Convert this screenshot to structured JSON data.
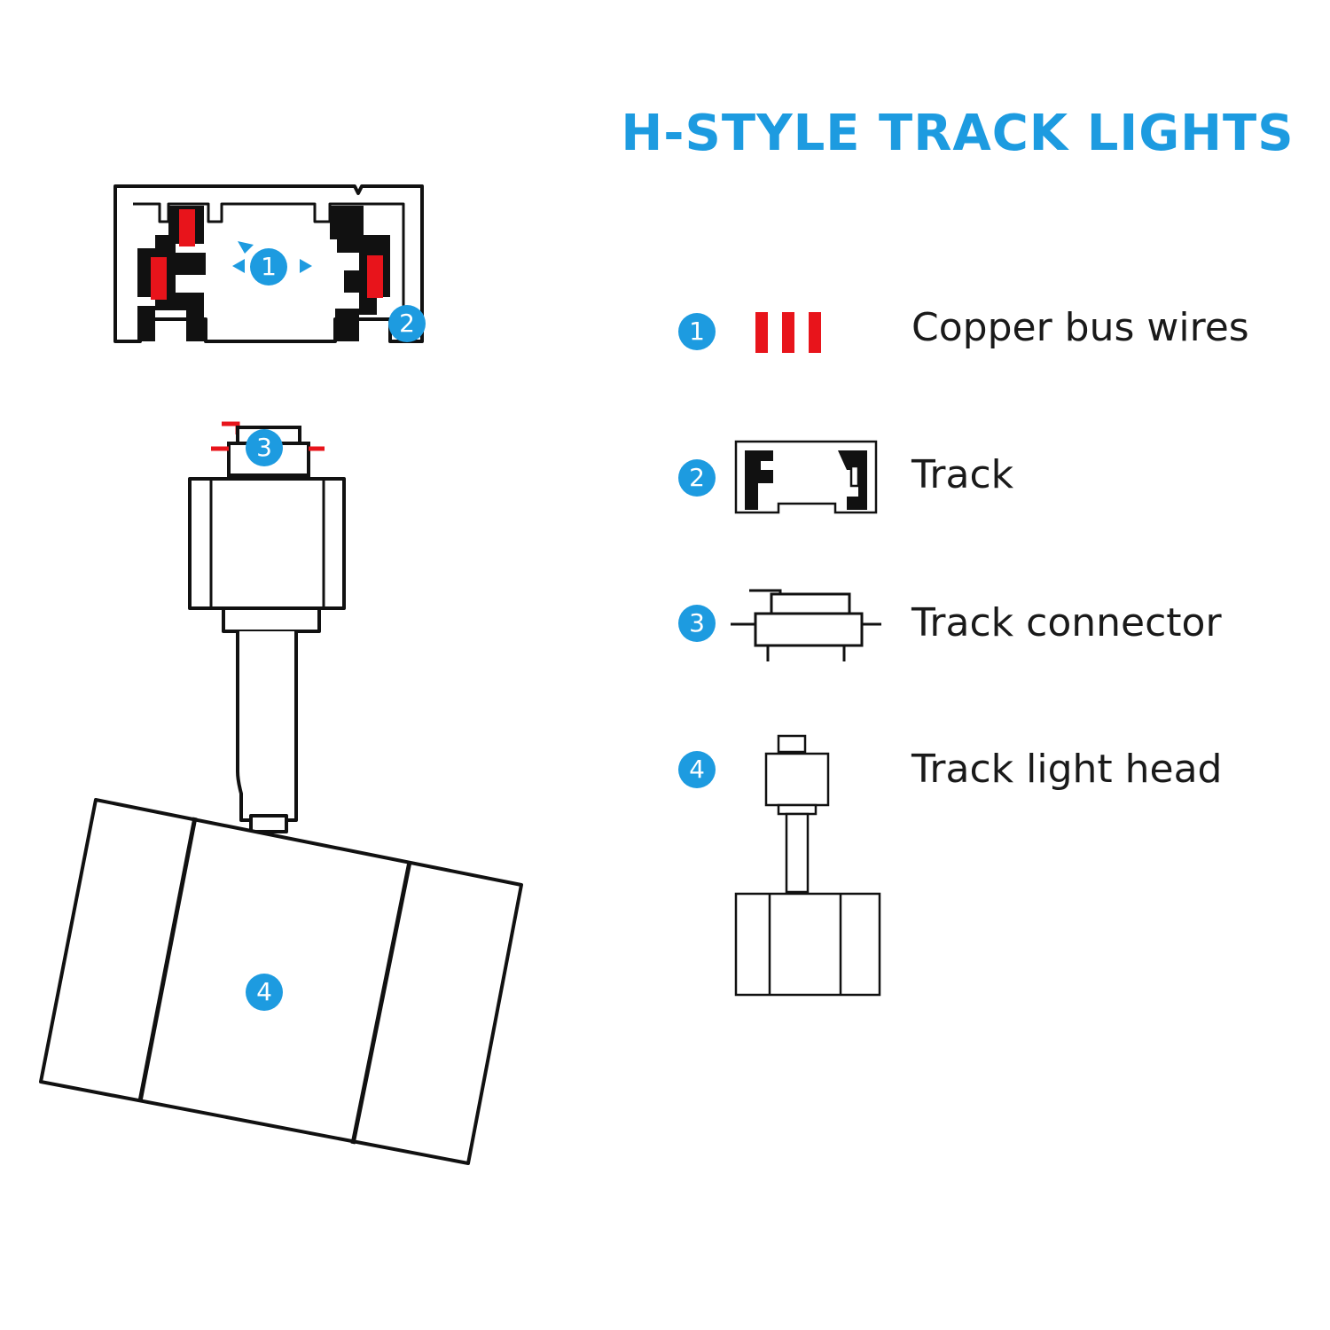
{
  "title": "H-STYLE TRACK LIGHTS",
  "colors": {
    "accent": "#1d9be0",
    "copper": "#e8141b",
    "outline": "#111111"
  },
  "diagram_markers": [
    "1",
    "2",
    "3",
    "4"
  ],
  "legend": [
    {
      "number": "1",
      "label": "Copper bus wires",
      "icon": "copper-bars-icon"
    },
    {
      "number": "2",
      "label": "Track",
      "icon": "track-profile-icon"
    },
    {
      "number": "3",
      "label": "Track connector",
      "icon": "track-connector-icon"
    },
    {
      "number": "4",
      "label": "Track light head",
      "icon": "track-light-head-icon"
    }
  ]
}
